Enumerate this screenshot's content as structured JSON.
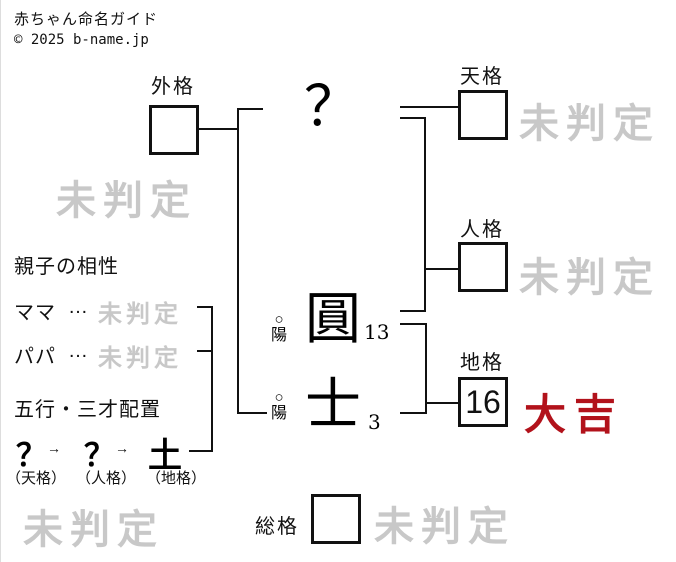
{
  "header": {
    "title": "赤ちゃん命名ガイド",
    "copyright": "© 2025 b-name.jp"
  },
  "name": {
    "surname_char": "？",
    "given_chars": [
      {
        "char": "圓",
        "strokes": "13",
        "yinyang_symbol": "○",
        "yinyang_label": "陽"
      },
      {
        "char": "士",
        "strokes": "3",
        "yinyang_symbol": "○",
        "yinyang_label": "陽"
      }
    ]
  },
  "kaku": {
    "gaikaku": {
      "label": "外格",
      "value": "",
      "result": "未判定"
    },
    "tenkaku": {
      "label": "天格",
      "value": "",
      "result": "未判定"
    },
    "jinkaku": {
      "label": "人格",
      "value": "",
      "result": "未判定"
    },
    "chikaku": {
      "label": "地格",
      "value": "16",
      "result": "大吉"
    },
    "soukaku": {
      "label": "総格",
      "value": "",
      "result": "未判定"
    }
  },
  "compatibility": {
    "heading": "親子の相性",
    "rows": [
      {
        "label": "ママ",
        "dots": "…",
        "result": "未判定"
      },
      {
        "label": "パパ",
        "dots": "…",
        "result": "未判定"
      }
    ]
  },
  "gogyou": {
    "heading": "五行・三才配置",
    "arrow": "→",
    "items": [
      {
        "element": "？",
        "caption": "（天格）"
      },
      {
        "element": "？",
        "caption": "（人格）"
      },
      {
        "element": "土",
        "caption": "（地格）"
      }
    ],
    "sanzai_result": "未判定"
  },
  "colors": {
    "pending_gray": "#c8c8c8",
    "daikichi_red": "#b2121b",
    "line_black": "#111111"
  }
}
